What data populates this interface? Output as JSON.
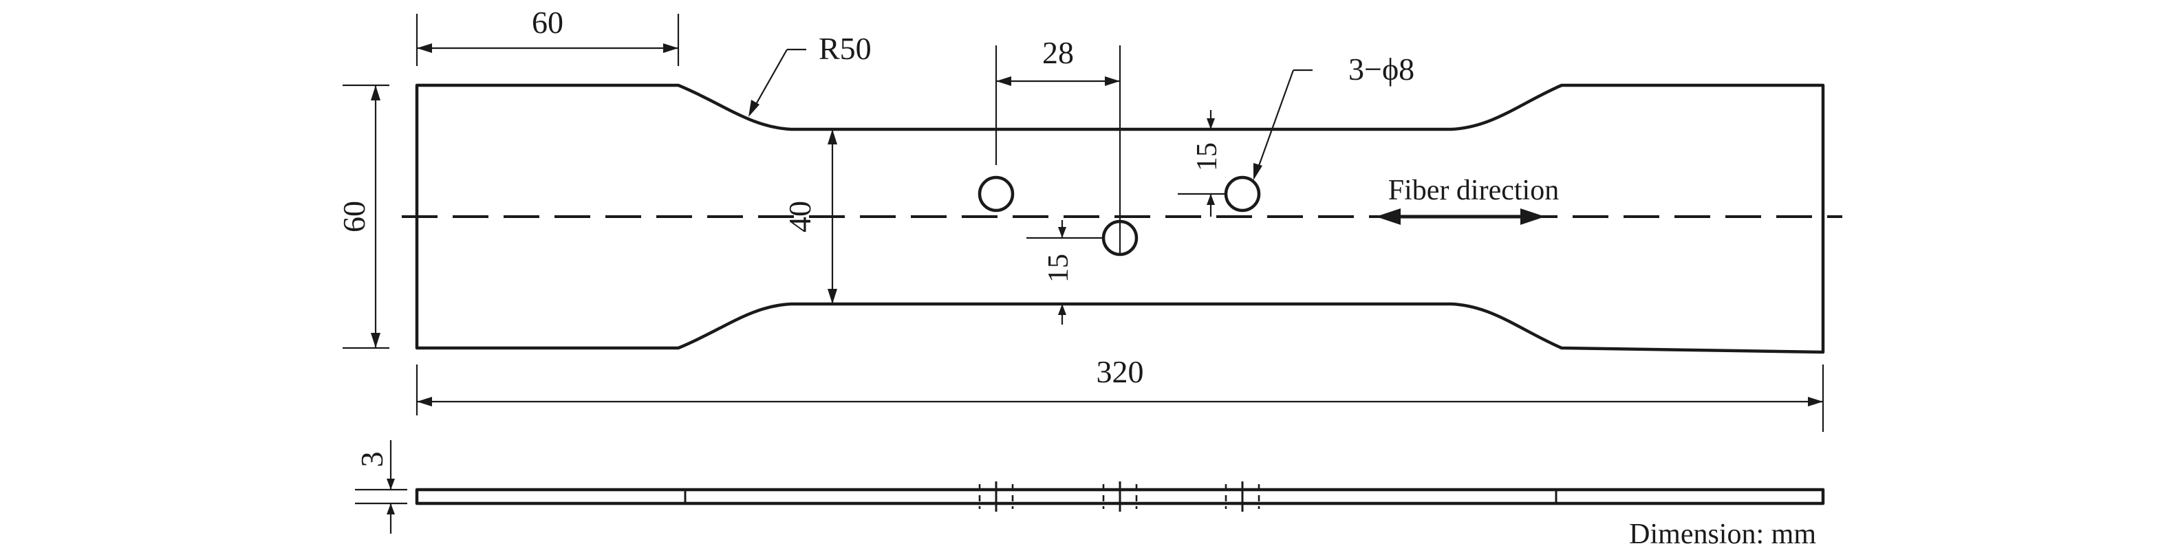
{
  "labels": {
    "grip_length": "60",
    "fillet_radius": "R50",
    "hole_spacing": "28",
    "holes": "3−ϕ8",
    "width_total": "60",
    "width_gauge": "40",
    "hole_offset_upper": "15",
    "hole_offset_lower": "15",
    "fiber_direction": "Fiber direction",
    "length_total": "320",
    "thickness": "3",
    "units": "Dimension: mm"
  }
}
